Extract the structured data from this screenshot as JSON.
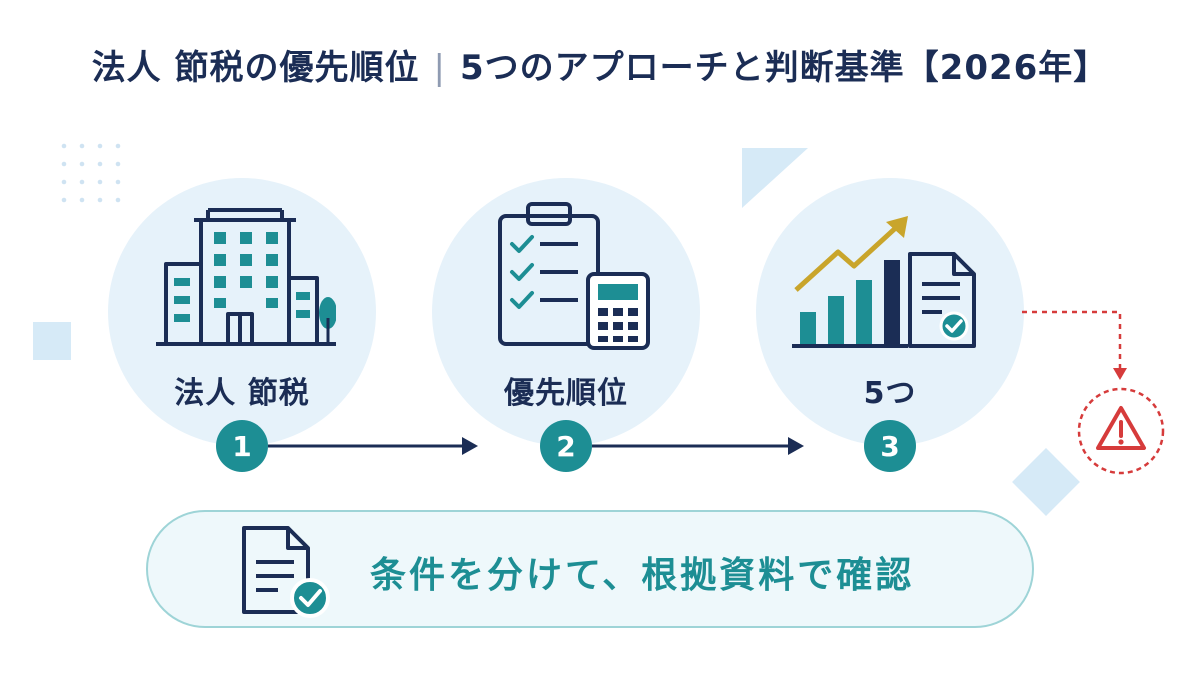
{
  "title": {
    "main": "法人 節税の優先順位",
    "separator": "|",
    "sub": "5つのアプローチと判断基準【2026年】"
  },
  "steps": [
    {
      "label": "法人 節税",
      "number": "1",
      "icon": "office-building-icon"
    },
    {
      "label": "優先順位",
      "number": "2",
      "icon": "clipboard-calculator-icon"
    },
    {
      "label": "5つ",
      "number": "3",
      "icon": "growth-chart-document-icon"
    }
  ],
  "warning": {
    "icon": "warning-triangle-icon"
  },
  "banner": {
    "text": "条件を分けて、根拠資料で確認",
    "icon": "checked-document-icon"
  },
  "colors": {
    "navy": "#1b2d55",
    "teal": "#1d8e94",
    "light_blue": "#e6f2fa",
    "gold": "#c9a52b",
    "alert_red": "#d63b3b"
  }
}
